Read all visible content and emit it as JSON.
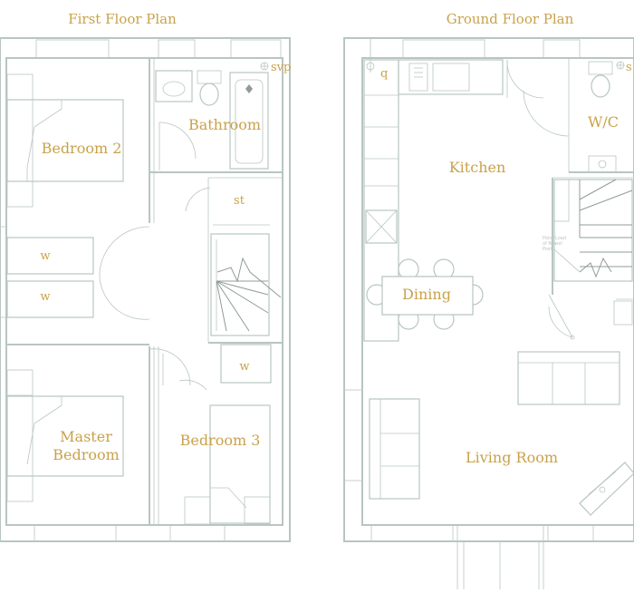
{
  "floor_plans": {
    "first_floor": {
      "title": "First Floor Plan",
      "rooms": {
        "bedroom_2": "Bedroom 2",
        "bathroom": "Bathroom",
        "store": "st",
        "wardrobe_1": "w",
        "wardrobe_2": "w",
        "wardrobe_3": "w",
        "master_line1": "Master",
        "master_line2": "Bedroom",
        "bedroom_3": "Bedroom 3",
        "svp": "svp"
      }
    },
    "ground_floor": {
      "title": "Ground Floor Plan",
      "rooms": {
        "kitchen": "Kitchen",
        "wc": "W/C",
        "dining": "Dining",
        "living": "Living Room",
        "svp_partial": "s",
        "q": "q",
        "newel_note": "Point Load of Newel Post"
      }
    }
  },
  "colors": {
    "line": "#b8c6c0",
    "label": "#c9a24a"
  }
}
